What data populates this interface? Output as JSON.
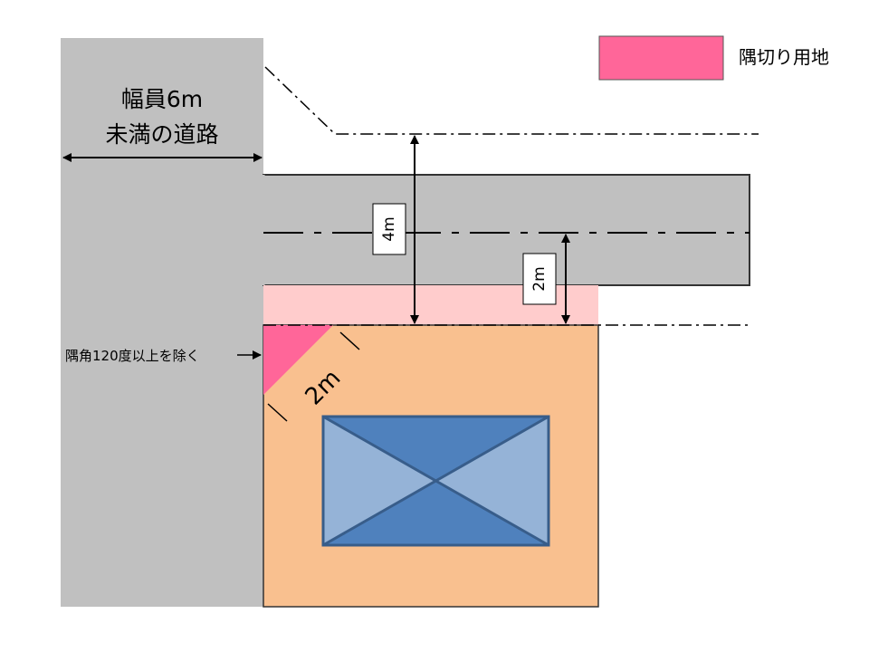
{
  "legend": {
    "label": "隅切り用地",
    "swatch_color": "#ff6699"
  },
  "road": {
    "label_line1": "幅員6m",
    "label_line2": "未満の道路",
    "color": "#c0c0c0"
  },
  "dimensions": {
    "setback_width": "4m",
    "half_width": "2m",
    "corner_cut": "2m"
  },
  "annotation": {
    "corner_note": "隅角120度以上を除く"
  },
  "colors": {
    "setback_zone": "#ffcccc",
    "lot": "#f9c08f",
    "corner_cut": "#ff6699",
    "building_dark": "#4f81bd",
    "building_light": "#95b3d7",
    "building_border": "#385d8a"
  }
}
